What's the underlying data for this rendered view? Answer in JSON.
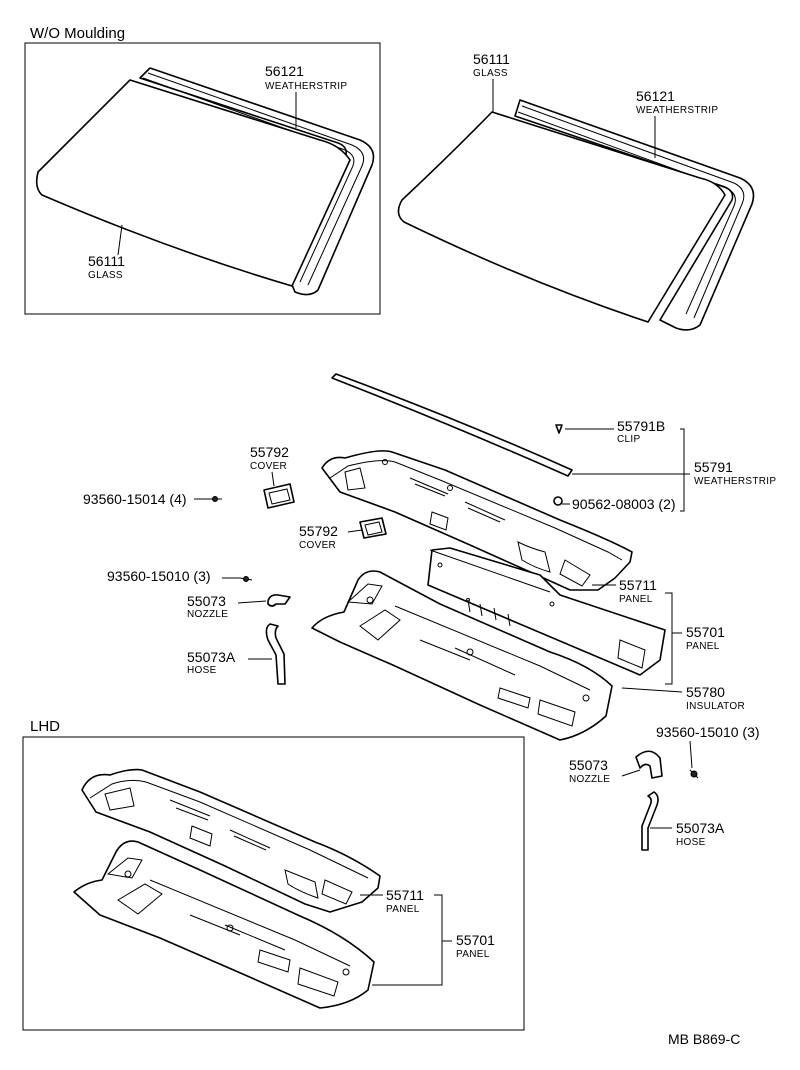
{
  "boxes": {
    "wo_moulding_title": "W/O Moulding",
    "lhd_title": "LHD"
  },
  "labels": {
    "wo_weatherstrip": {
      "num": "56121",
      "name": "WEATHERSTRIP"
    },
    "wo_glass": {
      "num": "56111",
      "name": "GLASS"
    },
    "glass": {
      "num": "56111",
      "name": "GLASS"
    },
    "weatherstrip": {
      "num": "56121",
      "name": "WEATHERSTRIP"
    },
    "clip": {
      "num": "55791B",
      "name": "CLIP"
    },
    "cowl_weatherstrip": {
      "num": "55791",
      "name": "WEATHERSTRIP"
    },
    "nut": {
      "num": "90562-08003 (2)"
    },
    "cover_a": {
      "num": "55792",
      "name": "COVER"
    },
    "screw_a": {
      "num": "93560-15014 (4)"
    },
    "cover_b": {
      "num": "55792",
      "name": "COVER"
    },
    "screw_b": {
      "num": "93560-15010 (3)"
    },
    "nozzle_a": {
      "num": "55073",
      "name": "NOZZLE"
    },
    "hose_a": {
      "num": "55073A",
      "name": "HOSE"
    },
    "panel_inner": {
      "num": "55711",
      "name": "PANEL"
    },
    "panel_outer": {
      "num": "55701",
      "name": "PANEL"
    },
    "insulator": {
      "num": "55780",
      "name": "INSULATOR"
    },
    "screw_c": {
      "num": "93560-15010 (3)"
    },
    "nozzle_b": {
      "num": "55073",
      "name": "NOZZLE"
    },
    "hose_b": {
      "num": "55073A",
      "name": "HOSE"
    },
    "lhd_panel_inner": {
      "num": "55711",
      "name": "PANEL"
    },
    "lhd_panel_outer": {
      "num": "55701",
      "name": "PANEL"
    }
  },
  "footer_code": "MB  B869-C"
}
